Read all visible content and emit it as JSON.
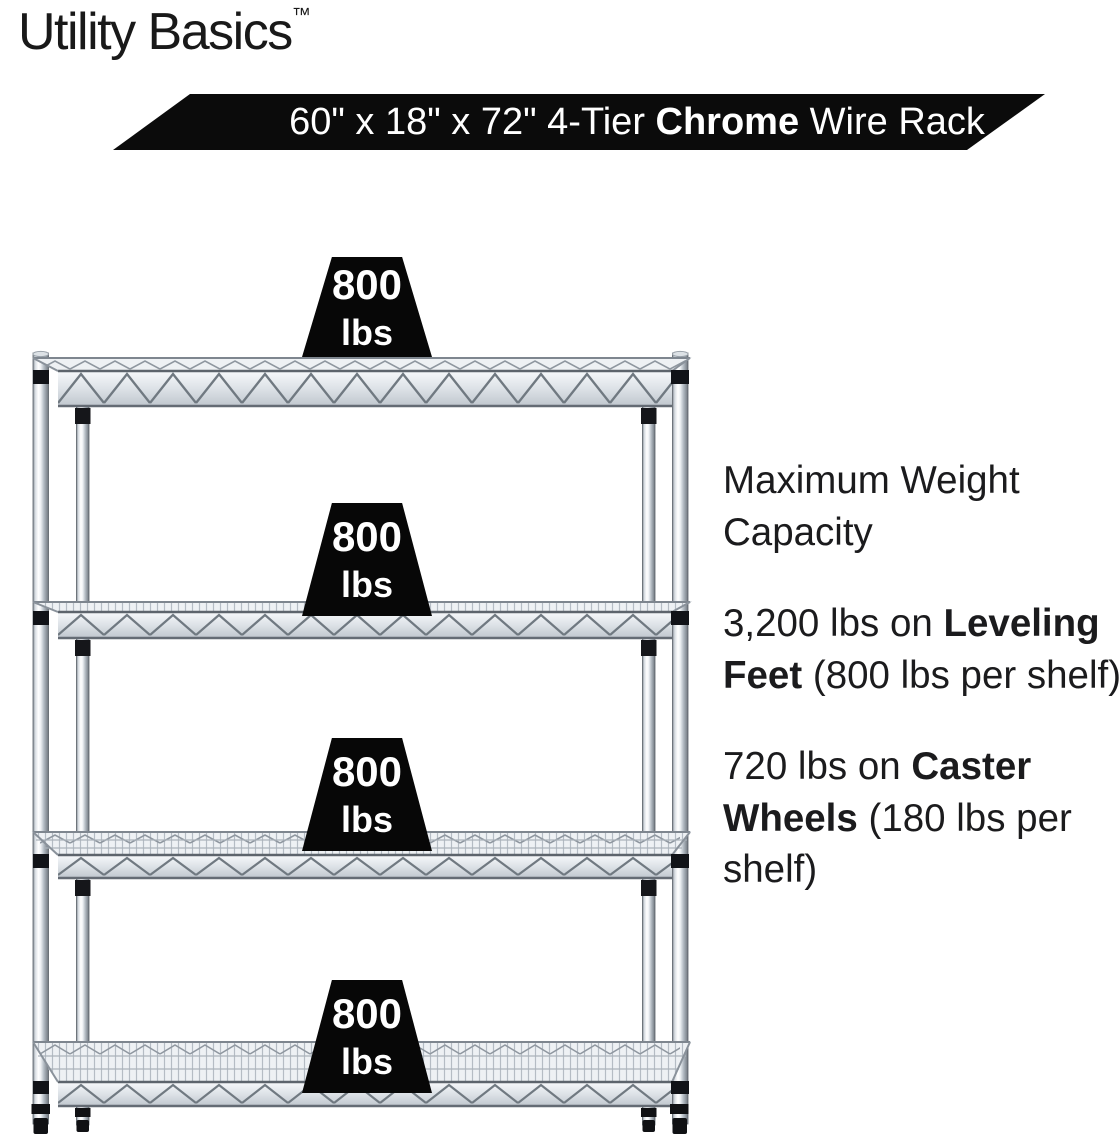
{
  "brand": {
    "name": "Utility Basics",
    "tm": "™"
  },
  "banner": {
    "prefix": "60\" x 18\" x 72\" 4-Tier ",
    "bold": "Chrome",
    "suffix": " Wire Rack"
  },
  "weight_badges": [
    {
      "value": "800",
      "unit": "lbs"
    },
    {
      "value": "800",
      "unit": "lbs"
    },
    {
      "value": "800",
      "unit": "lbs"
    },
    {
      "value": "800",
      "unit": "lbs"
    }
  ],
  "info": {
    "heading": "Maximum Weight Capacity",
    "leveling": {
      "pre": "3,200 lbs on ",
      "bold": "Leveling Feet",
      "post": " (800 lbs per shelf)"
    },
    "caster": {
      "pre": "720 lbs on ",
      "bold": "Caster Wheels",
      "post": " (180 lbs per shelf)"
    }
  },
  "colors": {
    "banner_bg": "#0b0b0b",
    "badge_bg": "#070707",
    "text": "#1b1b1d",
    "chrome_light": "#f0f3f5",
    "chrome_dark": "#6f767e"
  }
}
